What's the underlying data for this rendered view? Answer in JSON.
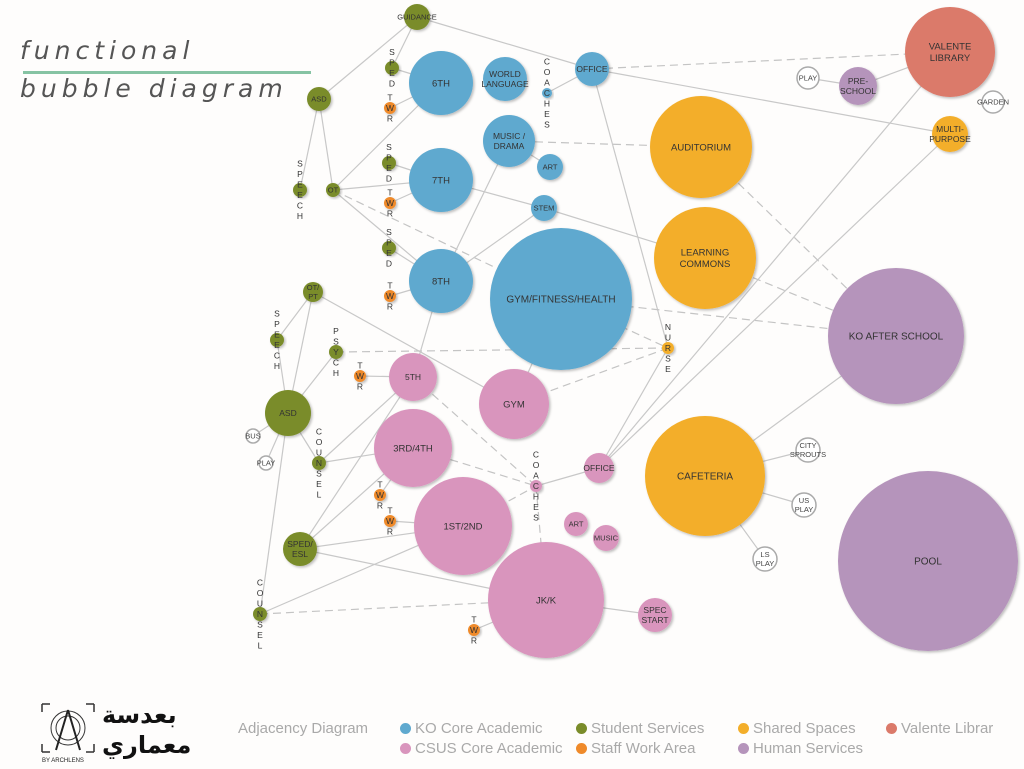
{
  "title": {
    "line1": "functional",
    "line2": "bubble diagram"
  },
  "colors": {
    "ko_core": "#5fa9cf",
    "student_services": "#7a8c2a",
    "shared_spaces": "#f3ae2a",
    "valente_library": "#db7a6a",
    "csus_core": "#d995bd",
    "staff_work": "#ef8a2a",
    "human_services": "#b594bb",
    "outdoor": "#ffffff"
  },
  "nodes": [
    {
      "id": "sixth",
      "label": "6TH",
      "cat": "ko_core"
    },
    {
      "id": "world",
      "label": "WORLD LANGUAGE",
      "cat": "ko_core"
    },
    {
      "id": "office_ko",
      "label": "OFFICE",
      "cat": "ko_core"
    },
    {
      "id": "coaches_ko",
      "label": "COACHES",
      "cat": "ko_core",
      "vertical": true
    },
    {
      "id": "music_ko",
      "label": "MUSIC / DRAMA",
      "cat": "ko_core"
    },
    {
      "id": "art_ko",
      "label": "ART",
      "cat": "ko_core"
    },
    {
      "id": "seventh",
      "label": "7TH",
      "cat": "ko_core"
    },
    {
      "id": "stem",
      "label": "STEM",
      "cat": "ko_core"
    },
    {
      "id": "eighth",
      "label": "8TH",
      "cat": "ko_core"
    },
    {
      "id": "gymfit",
      "label": "GYM/FITNESS/HEALTH",
      "cat": "ko_core"
    },
    {
      "id": "guidance",
      "label": "GUIDANCE",
      "cat": "student_services"
    },
    {
      "id": "asd_top",
      "label": "ASD",
      "cat": "student_services"
    },
    {
      "id": "sped1",
      "label": "SPED",
      "cat": "student_services",
      "vertical": true
    },
    {
      "id": "sped2",
      "label": "SPED",
      "cat": "student_services",
      "vertical": true
    },
    {
      "id": "sped3",
      "label": "SPED",
      "cat": "student_services",
      "vertical": true
    },
    {
      "id": "speech1",
      "label": "SPEECH",
      "cat": "student_services",
      "vertical": true
    },
    {
      "id": "ot",
      "label": "OT",
      "cat": "student_services"
    },
    {
      "id": "otpt",
      "label": "OT/ PT",
      "cat": "student_services"
    },
    {
      "id": "speech2",
      "label": "SPEECH",
      "cat": "student_services",
      "vertical": true
    },
    {
      "id": "psych",
      "label": "PSYCH",
      "cat": "student_services",
      "vertical": true
    },
    {
      "id": "asd",
      "label": "ASD",
      "cat": "student_services"
    },
    {
      "id": "counsel1",
      "label": "COUNSEL",
      "cat": "student_services",
      "vertical": true
    },
    {
      "id": "sped_esl",
      "label": "SPED/ ESL",
      "cat": "student_services"
    },
    {
      "id": "counsel2",
      "label": "COUNSEL",
      "cat": "student_services",
      "vertical": true
    },
    {
      "id": "twr1",
      "label": "TWR",
      "cat": "staff_work",
      "vertical": true
    },
    {
      "id": "twr2",
      "label": "TWR",
      "cat": "staff_work",
      "vertical": true
    },
    {
      "id": "twr3",
      "label": "TWR",
      "cat": "staff_work",
      "vertical": true
    },
    {
      "id": "twr4",
      "label": "TWR",
      "cat": "staff_work",
      "vertical": true
    },
    {
      "id": "twr5",
      "label": "TWR",
      "cat": "staff_work",
      "vertical": true
    },
    {
      "id": "twr6",
      "label": "TWR",
      "cat": "staff_work",
      "vertical": true
    },
    {
      "id": "twr7",
      "label": "TWR",
      "cat": "staff_work",
      "vertical": true
    },
    {
      "id": "nurse",
      "label": "NURSE",
      "cat": "shared_spaces",
      "vertical": true
    },
    {
      "id": "fifth",
      "label": "5TH",
      "cat": "csus_core"
    },
    {
      "id": "gym",
      "label": "GYM",
      "cat": "csus_core"
    },
    {
      "id": "third",
      "label": "3RD/4TH",
      "cat": "csus_core"
    },
    {
      "id": "first",
      "label": "1ST/2ND",
      "cat": "csus_core"
    },
    {
      "id": "coaches_p",
      "label": "COACHES",
      "cat": "csus_core",
      "vertical": true
    },
    {
      "id": "office_p",
      "label": "OFFICE",
      "cat": "csus_core"
    },
    {
      "id": "art_p",
      "label": "ART",
      "cat": "csus_core"
    },
    {
      "id": "music_p",
      "label": "MUSIC",
      "cat": "csus_core"
    },
    {
      "id": "jkk",
      "label": "JK/K",
      "cat": "csus_core"
    },
    {
      "id": "spec",
      "label": "SPEC START",
      "cat": "csus_core"
    },
    {
      "id": "auditorium",
      "label": "AUDITORIUM",
      "cat": "shared_spaces"
    },
    {
      "id": "learning",
      "label": "LEARNING COMMONS",
      "cat": "shared_spaces"
    },
    {
      "id": "cafeteria",
      "label": "CAFETERIA",
      "cat": "shared_spaces"
    },
    {
      "id": "multi",
      "label": "MULTI- PURPOSE",
      "cat": "shared_spaces"
    },
    {
      "id": "preschool",
      "label": "PRE- SCHOOL",
      "cat": "human_services"
    },
    {
      "id": "koafter",
      "label": "KO AFTER SCHOOL",
      "cat": "human_services"
    },
    {
      "id": "pool",
      "label": "POOL",
      "cat": "human_services"
    },
    {
      "id": "valente",
      "label": "VALENTE LIBRARY",
      "cat": "valente_library"
    },
    {
      "id": "play1",
      "label": "PLAY",
      "cat": "outdoor"
    },
    {
      "id": "garden",
      "label": "GARDEN",
      "cat": "outdoor"
    },
    {
      "id": "bus",
      "label": "BUS",
      "cat": "outdoor"
    },
    {
      "id": "play2",
      "label": "PLAY",
      "cat": "outdoor"
    },
    {
      "id": "city",
      "label": "CITY SPROUTS",
      "cat": "outdoor"
    },
    {
      "id": "usplay",
      "label": "US PLAY",
      "cat": "outdoor"
    },
    {
      "id": "lsplay",
      "label": "LS PLAY",
      "cat": "outdoor"
    }
  ],
  "edges": [
    [
      "guidance",
      "asd_top",
      0
    ],
    [
      "guidance",
      "sped1",
      0
    ],
    [
      "guidance",
      "office_ko",
      0
    ],
    [
      "sped1",
      "sixth",
      0
    ],
    [
      "twr1",
      "sixth",
      0
    ],
    [
      "sped2",
      "seventh",
      0
    ],
    [
      "twr2",
      "seventh",
      0
    ],
    [
      "sped3",
      "eighth",
      0
    ],
    [
      "twr3",
      "eighth",
      0
    ],
    [
      "asd_top",
      "speech1",
      0
    ],
    [
      "asd_top",
      "ot",
      0
    ],
    [
      "ot",
      "sixth",
      0
    ],
    [
      "ot",
      "seventh",
      0
    ],
    [
      "ot",
      "eighth",
      0
    ],
    [
      "ot",
      "gymfit",
      1
    ],
    [
      "coaches_ko",
      "office_ko",
      0
    ],
    [
      "office_ko",
      "valente",
      1
    ],
    [
      "office_ko",
      "multi",
      0
    ],
    [
      "office_ko",
      "nurse",
      0
    ],
    [
      "music_ko",
      "art_ko",
      0
    ],
    [
      "music_ko",
      "auditorium",
      1
    ],
    [
      "music_ko",
      "eighth",
      0
    ],
    [
      "seventh",
      "stem",
      0
    ],
    [
      "stem",
      "eighth",
      0
    ],
    [
      "stem",
      "learning",
      0
    ],
    [
      "gymfit",
      "koafter",
      1
    ],
    [
      "gymfit",
      "nurse",
      1
    ],
    [
      "gymfit",
      "gym",
      0
    ],
    [
      "auditorium",
      "koafter",
      1
    ],
    [
      "learning",
      "koafter",
      1
    ],
    [
      "otpt",
      "speech2",
      0
    ],
    [
      "otpt",
      "asd",
      0
    ],
    [
      "otpt",
      "gym",
      0
    ],
    [
      "speech2",
      "asd",
      0
    ],
    [
      "asd",
      "psych",
      0
    ],
    [
      "asd",
      "counsel1",
      0
    ],
    [
      "asd",
      "bus",
      0
    ],
    [
      "asd",
      "play2",
      0
    ],
    [
      "asd",
      "counsel2",
      0
    ],
    [
      "psych",
      "nurse",
      1
    ],
    [
      "counsel1",
      "third",
      0
    ],
    [
      "counsel1",
      "fifth",
      0
    ],
    [
      "twr4",
      "fifth",
      0
    ],
    [
      "fifth",
      "eighth",
      0
    ],
    [
      "fifth",
      "coaches_p",
      1
    ],
    [
      "fifth",
      "sped_esl",
      0
    ],
    [
      "gym",
      "nurse",
      1
    ],
    [
      "third",
      "coaches_p",
      1
    ],
    [
      "third",
      "sped_esl",
      0
    ],
    [
      "twr5",
      "third",
      0
    ],
    [
      "twr6",
      "first",
      0
    ],
    [
      "sped_esl",
      "first",
      0
    ],
    [
      "sped_esl",
      "jkk",
      0
    ],
    [
      "counsel2",
      "first",
      0
    ],
    [
      "counsel2",
      "jkk",
      1
    ],
    [
      "first",
      "coaches_p",
      1
    ],
    [
      "coaches_p",
      "office_p",
      0
    ],
    [
      "coaches_p",
      "jkk",
      1
    ],
    [
      "office_p",
      "valente",
      0
    ],
    [
      "office_p",
      "multi",
      0
    ],
    [
      "office_p",
      "nurse",
      0
    ],
    [
      "twr7",
      "jkk",
      0
    ],
    [
      "jkk",
      "spec",
      0
    ],
    [
      "cafeteria",
      "koafter",
      0
    ],
    [
      "cafeteria",
      "city",
      0
    ],
    [
      "cafeteria",
      "usplay",
      0
    ],
    [
      "cafeteria",
      "lsplay",
      0
    ],
    [
      "valente",
      "preschool",
      0
    ],
    [
      "preschool",
      "play1",
      0
    ]
  ],
  "legend": {
    "title": "Adjacency Diagram",
    "items": [
      {
        "label": "KO Core Academic",
        "cat": "ko_core"
      },
      {
        "label": "Student Services",
        "cat": "student_services"
      },
      {
        "label": "Shared Spaces",
        "cat": "shared_spaces"
      },
      {
        "label": "Valente Librar",
        "cat": "valente_library"
      },
      {
        "label": "CSUS Core Academic",
        "cat": "csus_core"
      },
      {
        "label": "Staff Work Area",
        "cat": "staff_work"
      },
      {
        "label": "Human Services",
        "cat": "human_services"
      }
    ]
  },
  "logo": {
    "arabic_line1": "بعدسة",
    "arabic_line2": "معماري",
    "byline": "BY ARCHLENS"
  }
}
